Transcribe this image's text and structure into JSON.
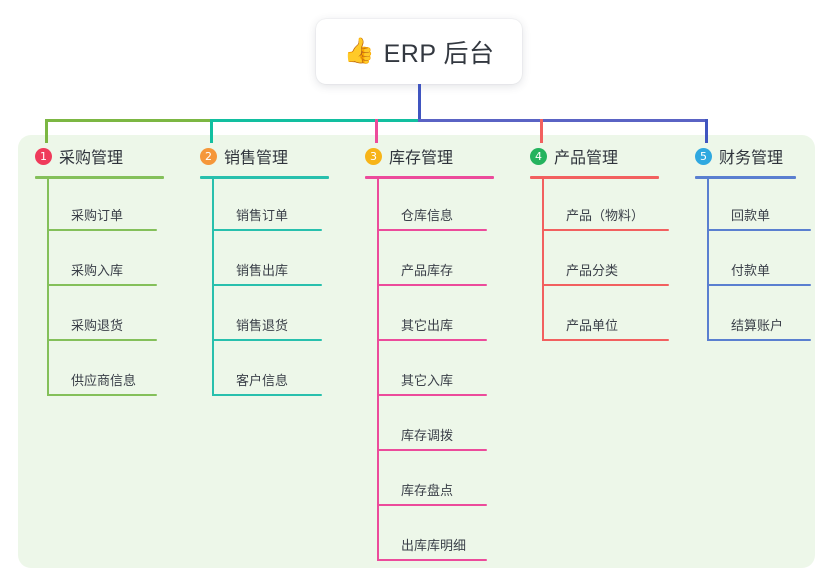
{
  "root": {
    "icon": "thumbs-up-icon",
    "icon_glyph": "👍",
    "label": "ERP 后台",
    "stem_color": "#4055c0"
  },
  "panel": {
    "background": "#edf7e9"
  },
  "connector": {
    "segments": [
      {
        "name": "green",
        "color": "#7cb743"
      },
      {
        "name": "teal",
        "color": "#12bfa0"
      },
      {
        "name": "indigo",
        "color": "#5a63c4"
      }
    ],
    "drops": [
      "#7cb743",
      "#12bfa0",
      "#ec4b9b",
      "#f2605f",
      "#4055c0"
    ]
  },
  "columns": [
    {
      "number": "1",
      "badge_color": "#ef3b5b",
      "line_color": "#84c05a",
      "title": "采购管理",
      "items": [
        {
          "label": "采购订单"
        },
        {
          "label": "采购入库"
        },
        {
          "label": "采购退货"
        },
        {
          "label": "供应商信息"
        }
      ]
    },
    {
      "number": "2",
      "badge_color": "#f5973a",
      "line_color": "#28c0ad",
      "title": "销售管理",
      "items": [
        {
          "label": "销售订单"
        },
        {
          "label": "销售出库"
        },
        {
          "label": "销售退货"
        },
        {
          "label": "客户信息"
        }
      ]
    },
    {
      "number": "3",
      "badge_color": "#f7b418",
      "line_color": "#ec4b9b",
      "title": "库存管理",
      "items": [
        {
          "label": "仓库信息"
        },
        {
          "label": "产品库存"
        },
        {
          "label": "其它出库"
        },
        {
          "label": "其它入库"
        },
        {
          "label": "库存调拨"
        },
        {
          "label": "库存盘点"
        },
        {
          "label": "出库库明细"
        }
      ]
    },
    {
      "number": "4",
      "badge_color": "#24b35e",
      "line_color": "#f2605f",
      "title": "产品管理",
      "items": [
        {
          "label": "产品（物料）"
        },
        {
          "label": "产品分类"
        },
        {
          "label": "产品单位"
        }
      ]
    },
    {
      "number": "5",
      "badge_color": "#2fa8e0",
      "line_color": "#5a7fd0",
      "title": "财务管理",
      "items": [
        {
          "label": "回款单"
        },
        {
          "label": "付款单"
        },
        {
          "label": "结算账户"
        }
      ]
    }
  ]
}
